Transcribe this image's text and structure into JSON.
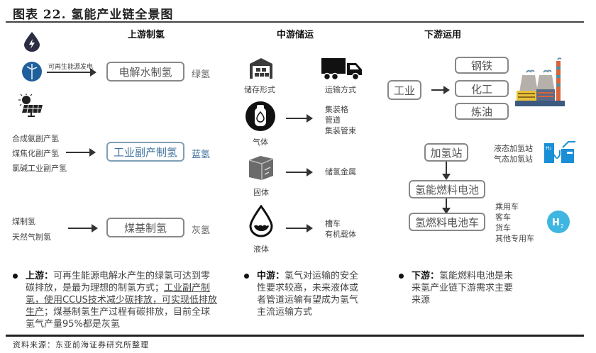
{
  "title": "图表 22. 氢能产业链全景图",
  "source": "资料来源：东亚前海证券研究所整理",
  "upstream": {
    "heading": "上游制氢",
    "renewable_label": "可再生能源发电",
    "rows": [
      {
        "inputs": [],
        "process": "电解水制氢",
        "color_tag": "绿氢"
      },
      {
        "inputs": [
          "合成氨副产氢",
          "煤焦化副产氢",
          "氯碱工业副产氢"
        ],
        "process": "工业副产制氢",
        "color_tag": "蓝氢"
      },
      {
        "inputs": [
          "煤制氢",
          "天然气制氢"
        ],
        "process": "煤基制氢",
        "color_tag": "灰氢"
      }
    ],
    "icons": [
      "hydro-power-icon",
      "wind-turbine-icon",
      "solar-panel-icon"
    ]
  },
  "midstream": {
    "heading": "中游储运",
    "storage_label": "储存形式",
    "transport_label": "运输方式",
    "rows": [
      {
        "form": "气体",
        "methods": [
          "集装格",
          "管道",
          "集装管束"
        ]
      },
      {
        "form": "固体",
        "methods": [
          "储氢金属"
        ]
      },
      {
        "form": "液体",
        "methods": [
          "槽车",
          "有机载体"
        ]
      }
    ]
  },
  "downstream": {
    "heading": "下游运用",
    "industry": "工业",
    "industry_uses": [
      "钢铁",
      "化工",
      "炼油"
    ],
    "station": "加氢站",
    "station_types": [
      "液态加氢站",
      "气态加氢站"
    ],
    "fuel_cell": "氢能燃料电池",
    "vehicle": "氢燃料电池车",
    "vehicle_types": [
      "乘用车",
      "客车",
      "货车",
      "其他专用车"
    ]
  },
  "notes": {
    "upstream": {
      "label": "上游",
      "sep": "：",
      "text_a": "可再生能源电解水产生的绿氢可达到零碳排放，是最为理想的制氢方式；",
      "text_b": "工业副产制氢，使用CCUS技术减少碳排放，可实现低排放生产",
      "text_c": "；煤基制氢生产过程有碳排放，目前全球氢气产量95%都是灰氢"
    },
    "midstream": {
      "label": "中游",
      "sep": "：",
      "text": "氢气对运输的安全性要求较高，未来液体或者管道运输有望成为氢气主流运输方式"
    },
    "downstream": {
      "label": "下游",
      "sep": "：",
      "text": "氢能燃料电池是未来氢产业链下游需求主要来源"
    }
  },
  "colors": {
    "blue_accent": "#41729e",
    "box_border": "#888888",
    "dark": "#2b2d42"
  }
}
